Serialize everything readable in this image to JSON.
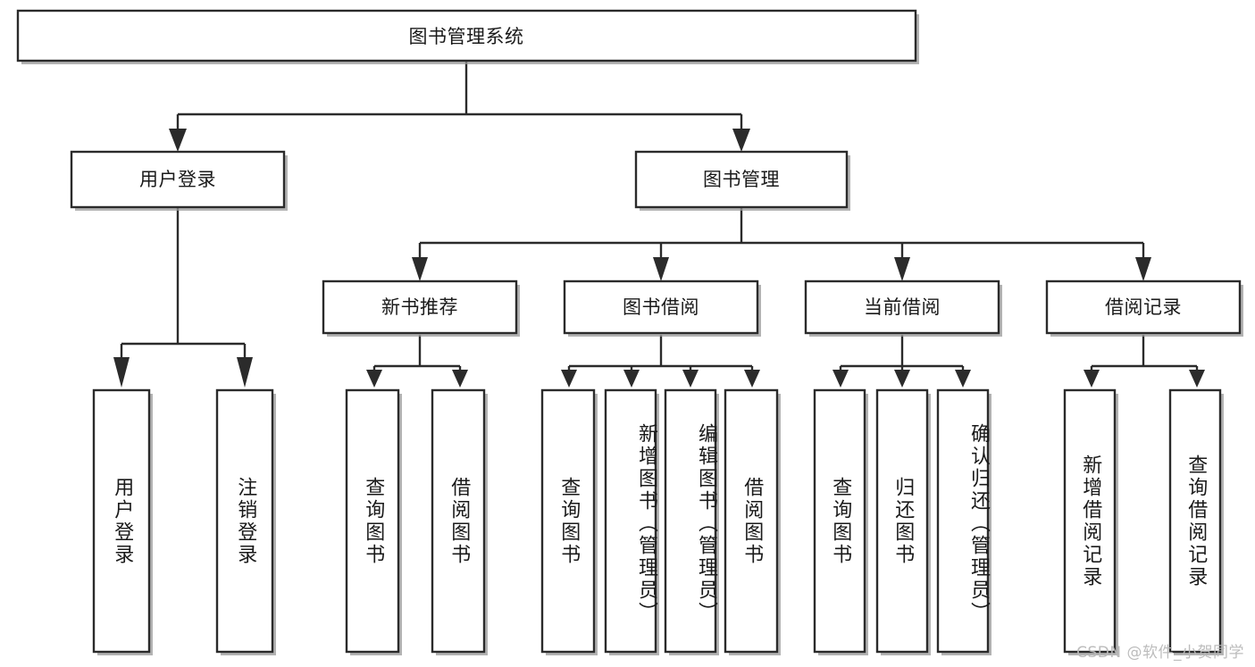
{
  "diagram": {
    "type": "tree",
    "title": "图书管理系统",
    "orientation": "top-down",
    "colors": {
      "box_fill": "#ffffff",
      "box_stroke": "#2b2b2b",
      "text": "#1a1a1a",
      "background": "#ffffff",
      "watermark": "#b9b9b9"
    },
    "root": {
      "label": "图书管理系统",
      "level": 1,
      "orientation": "horizontal"
    },
    "level2": [
      {
        "label": "用户登录",
        "orientation": "horizontal"
      },
      {
        "label": "图书管理",
        "orientation": "horizontal"
      }
    ],
    "level3": [
      {
        "label": "新书推荐",
        "orientation": "horizontal",
        "parent": "图书管理"
      },
      {
        "label": "图书借阅",
        "orientation": "horizontal",
        "parent": "图书管理"
      },
      {
        "label": "当前借阅",
        "orientation": "horizontal",
        "parent": "图书管理"
      },
      {
        "label": "借阅记录",
        "orientation": "horizontal",
        "parent": "图书管理"
      }
    ],
    "leaves": {
      "用户登录": [
        {
          "label": "用户登录",
          "orientation": "vertical"
        },
        {
          "label": "注销登录",
          "orientation": "vertical"
        }
      ],
      "新书推荐": [
        {
          "label": "查询图书",
          "orientation": "vertical"
        },
        {
          "label": "借阅图书",
          "orientation": "vertical"
        }
      ],
      "图书借阅": [
        {
          "label": "查询图书",
          "orientation": "vertical"
        },
        {
          "label": "新增图书（管理员）",
          "orientation": "vertical"
        },
        {
          "label": "编辑图书（管理员）",
          "orientation": "vertical"
        },
        {
          "label": "借阅图书",
          "orientation": "vertical"
        }
      ],
      "当前借阅": [
        {
          "label": "查询图书",
          "orientation": "vertical"
        },
        {
          "label": "归还图书",
          "orientation": "vertical"
        },
        {
          "label": "确认归还（管理员）",
          "orientation": "vertical"
        }
      ],
      "借阅记录": [
        {
          "label": "新增借阅记录",
          "orientation": "vertical"
        },
        {
          "label": "查询借阅记录",
          "orientation": "vertical"
        }
      ]
    }
  },
  "watermark": {
    "text": "CSDN @软件_小贺同学"
  }
}
